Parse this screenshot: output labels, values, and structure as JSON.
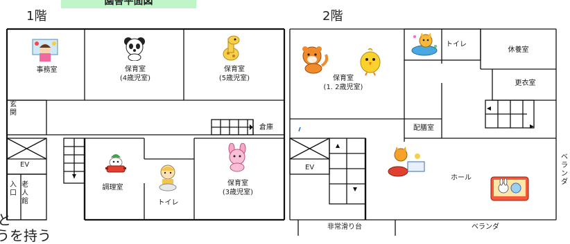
{
  "header": {
    "banner": "園舎平面図",
    "floor1": "1階",
    "floor2": "2階"
  },
  "floor1": {
    "office": "事務室",
    "room4_line1": "保育室",
    "room4_line2": "(4歳児室)",
    "room5_line1": "保育室",
    "room5_line2": "(5歳児室)",
    "entrance": "玄関",
    "storage": "倉庫",
    "ev": "EV",
    "elderly_entrance": "老人館",
    "entrance_small": "入口",
    "kitchen": "調理室",
    "toilet": "トイレ",
    "room3_line1": "保育室",
    "room3_line2": "(3歳児室)"
  },
  "floor2": {
    "room12_line1": "保育室",
    "room12_line2": "(1. 2歳児室)",
    "toilet": "トイレ",
    "rest_room": "休養室",
    "changing_room": "更衣室",
    "serving_room": "配膳室",
    "ev": "EV",
    "hall": "ホール",
    "veranda_side": "ベランダ",
    "slide": "非常滑り台",
    "veranda_bottom": "ベランダ"
  },
  "fragments": {
    "frag1": "と",
    "frag2": "うを持う"
  },
  "icons": {
    "office": "teacher-with-flowers-icon",
    "room4": "panda-icon",
    "room5": "giraffe-icon",
    "room12_a": "tiger-icon",
    "room12_b": "chick-icon",
    "toilet2": "cat-on-toilet-icon",
    "kitchen": "radish-cooking-icon",
    "toilet1": "child-on-toilet-icon",
    "room3": "rabbit-icon",
    "hall_a": "cat-drummer-icon",
    "hall_b": "animal-stage-icon"
  },
  "colors": {
    "banner_bg": "#bff5c8",
    "wall": "#111111"
  }
}
